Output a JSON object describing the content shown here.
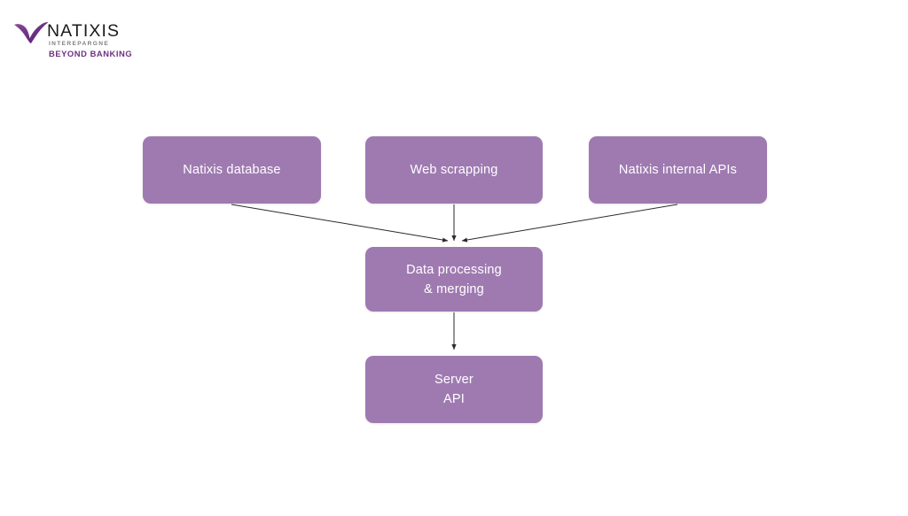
{
  "logo": {
    "wordmark": "NATIXIS",
    "subtitle": "INTEREPARGNE",
    "tagline": "BEYOND BANKING",
    "mark_icon": "natixis-v-swoosh-icon",
    "mark_color": "#6d2f82",
    "tagline_color": "#6d2f82",
    "subtitle_color": "#7e7e86",
    "wordmark_color": "#1a1a1a"
  },
  "diagram": {
    "type": "flowchart",
    "background": "#ffffff",
    "node_fill": "#9f7ab1",
    "node_text_color": "#ffffff",
    "edge_color": "#2b2b2b",
    "nodes": [
      {
        "id": "natixis-database",
        "label": "Natixis database",
        "row": "sources"
      },
      {
        "id": "web-scrapping",
        "label": "Web scrapping",
        "row": "sources"
      },
      {
        "id": "natixis-apis",
        "label": "Natixis internal APIs",
        "row": "sources"
      },
      {
        "id": "data-processing",
        "label": "Data processing\n& merging",
        "row": "processing"
      },
      {
        "id": "server-api",
        "label": "Server\nAPI",
        "row": "output"
      }
    ],
    "edges": [
      {
        "from": "natixis-database",
        "to": "data-processing",
        "style": "diagonal-arrow"
      },
      {
        "from": "web-scrapping",
        "to": "data-processing",
        "style": "vertical-arrow"
      },
      {
        "from": "natixis-apis",
        "to": "data-processing",
        "style": "diagonal-arrow"
      },
      {
        "from": "data-processing",
        "to": "server-api",
        "style": "vertical-arrow"
      }
    ]
  }
}
